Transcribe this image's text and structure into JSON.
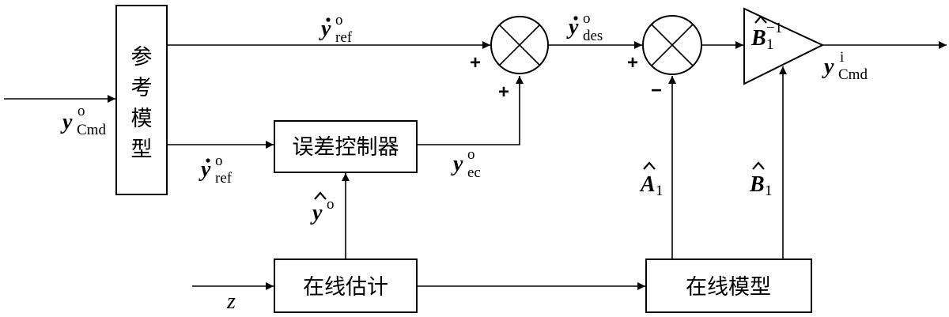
{
  "blocks": {
    "reference_model": "参考模型",
    "error_controller": "误差控制器",
    "online_estimation": "在线估计",
    "online_model": "在线模型"
  },
  "signals": {
    "y_cmd_o": {
      "base": "y",
      "sub": "Cmd",
      "sup": "o"
    },
    "y_ref_top": {
      "base": "y",
      "sub": "ref",
      "sup": "o"
    },
    "y_ref_bottom": {
      "base": "y",
      "sub": "ref",
      "sup": "o"
    },
    "y_des": {
      "base": "y",
      "sub": "des",
      "sup": "o"
    },
    "y_ec": {
      "base": "y",
      "sub": "ec",
      "sup": "o"
    },
    "y_hat": {
      "base": "y",
      "sup": "o"
    },
    "z": {
      "base": "z"
    },
    "A1_hat": {
      "base": "A",
      "sub": "1"
    },
    "B1_hat": {
      "base": "B",
      "sub": "1"
    },
    "B1_inv": {
      "base": "B",
      "sub": "1",
      "sup": "−1"
    },
    "y_cmd_i": {
      "base": "y",
      "sub": "Cmd",
      "sup": "i"
    }
  },
  "signs": {
    "sum1_left": "+",
    "sum1_bottom": "+",
    "sum2_left": "+",
    "sum2_bottom": "−"
  }
}
